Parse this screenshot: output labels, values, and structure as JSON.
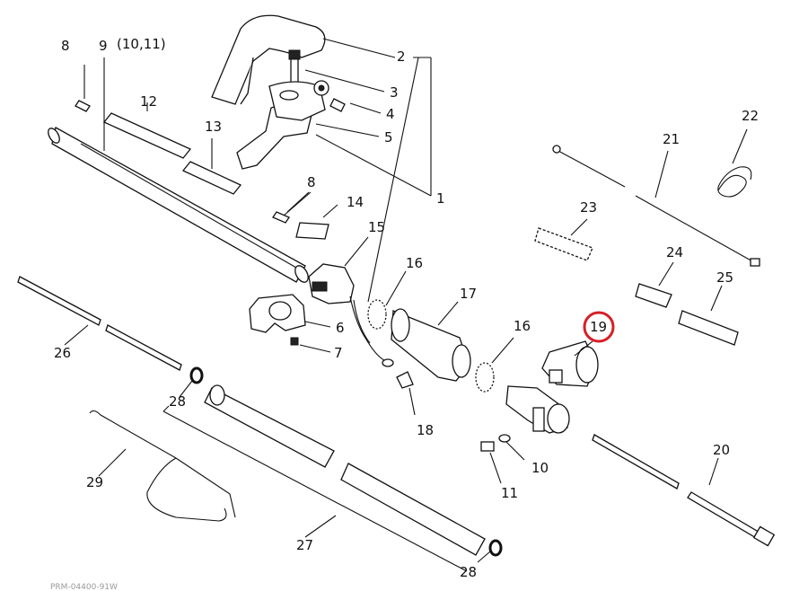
{
  "labels": {
    "p1": "1",
    "p2": "2",
    "p3": "3",
    "p4": "4",
    "p5": "5",
    "p6": "6",
    "p7": "7",
    "p8a": "8",
    "p8b": "8",
    "p9": "9",
    "p9b": "(10,11)",
    "p10": "10",
    "p11": "11",
    "p12": "12",
    "p13": "13",
    "p14": "14",
    "p15": "15",
    "p16a": "16",
    "p16b": "16",
    "p17": "17",
    "p18": "18",
    "p19": "19",
    "p20": "20",
    "p21": "21",
    "p22": "22",
    "p23": "23",
    "p24": "24",
    "p25": "25",
    "p26": "26",
    "p27": "27",
    "p28a": "28",
    "p28b": "28",
    "p29": "29"
  },
  "highlight": {
    "part": "19",
    "color": "#d61f26"
  },
  "footer": "PRM-04400-91W"
}
